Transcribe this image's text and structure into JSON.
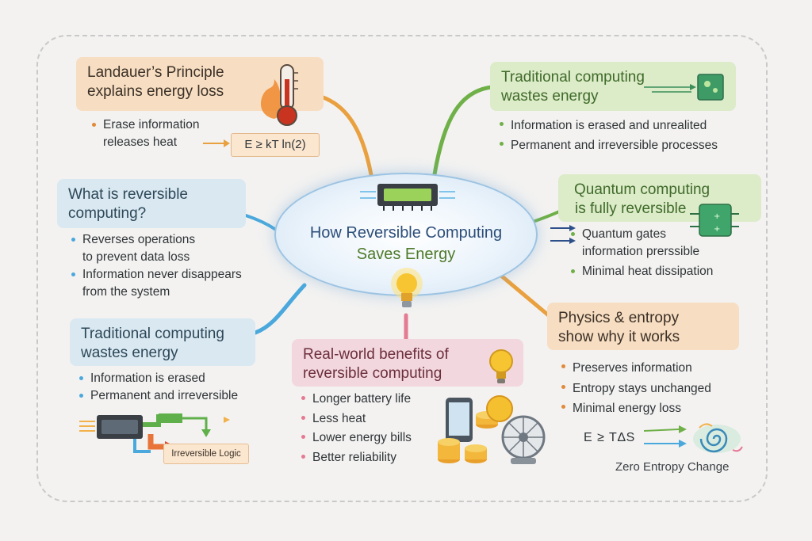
{
  "center": {
    "line1": "How Reversible Computing",
    "line2": "Saves Energy"
  },
  "landauer": {
    "title_line1": "Landauer’s Principle",
    "title_line2": "explains energy loss",
    "bullet_line1": "Erase information",
    "bullet_line2": "releases heat",
    "formula": "E ≥ kT ln(2)"
  },
  "what_is": {
    "title_line1": "What is reversible",
    "title_line2": "computing?",
    "bullets": [
      {
        "line1": "Reverses operations",
        "line2": "to prevent data loss"
      },
      {
        "line1": "Information  never disappears",
        "line2": "from the system"
      }
    ]
  },
  "trad_left": {
    "title_line1": "Traditional computing",
    "title_line2": "wastes energy",
    "bullets": [
      "Information is erased",
      "Permanent and irreversible"
    ],
    "irreversible_logic": "Irreversible Logic"
  },
  "benefits": {
    "title_line1": "Real-world benefits of",
    "title_line2": "reversible computing",
    "bullets": [
      "Longer battery life",
      "Less heat",
      "Lower energy bills",
      "Better reliability"
    ]
  },
  "trad_right": {
    "title_line1": "Traditional computing",
    "title_line2": "wastes energy",
    "bullets": [
      "Information is erased and unrealited",
      "Permanent and irreversible processes"
    ]
  },
  "quantum": {
    "title_line1": "Quantum computing",
    "title_line2": "is fully reversible",
    "bullet1_line1": "Quantum gates",
    "bullet1_line2": "information prerssible",
    "bullet2": "Minimal heat dissipation"
  },
  "physics": {
    "title_line1": "Physics & entropy",
    "title_line2": "show why it works",
    "bullets": [
      "Preserves information",
      "Entropy stays unchanged",
      "Minimal energy loss"
    ],
    "formula": "E ≥ T∆S",
    "caption": "Zero Entropy Change"
  },
  "colors": {
    "orange": "#e9a03f",
    "green": "#6fb048",
    "blue": "#4aa8dc",
    "pink": "#e57a93",
    "center_border": "#9cc3e2"
  },
  "icons": [
    "thermometer-icon",
    "circuit-chip-icon",
    "lightbulb-icon",
    "quantum-chip-icon",
    "phone-icon",
    "coins-icon",
    "fan-icon",
    "swirl-icon"
  ]
}
